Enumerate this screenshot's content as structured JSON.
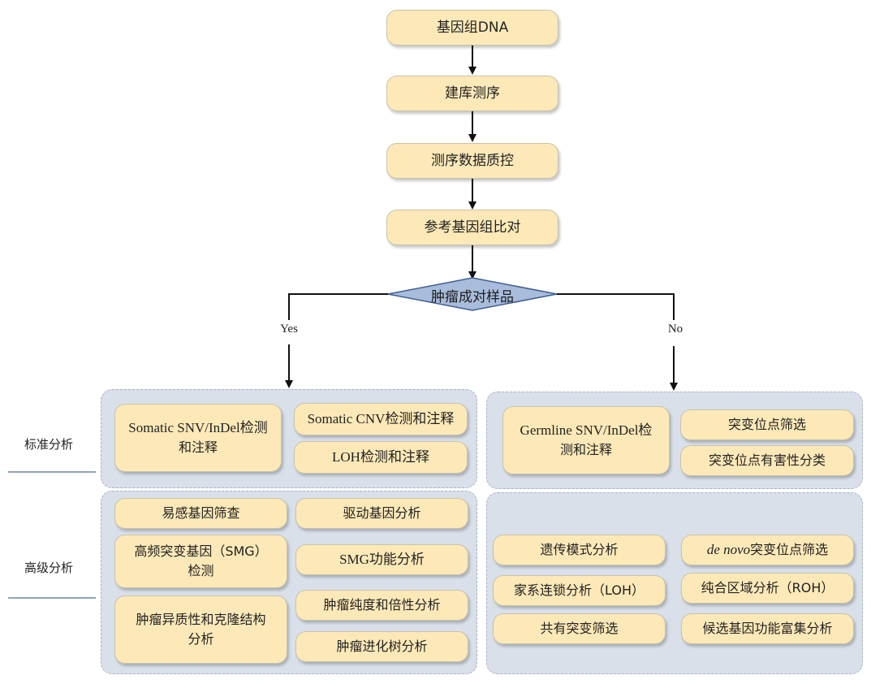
{
  "flow": {
    "step1": "基因组DNA",
    "step2": "建库测序",
    "step3": "测序数据质控",
    "step4": "参考基因组比对",
    "decision": "肿瘤成对样品",
    "yes": "Yes",
    "no": "No"
  },
  "rows": {
    "standard": "标准分析",
    "advanced": "高级分析"
  },
  "somatic_standard": {
    "snv_a": "Somatic SNV/InDel检测",
    "snv_b": "和注释",
    "cnv": "Somatic CNV检测和注释",
    "loh": "LOH检测和注释"
  },
  "germline_standard": {
    "snv_a": "Germline SNV/InDel检",
    "snv_b": "测和注释",
    "filter": "突变位点筛选",
    "harm": "突变位点有害性分类"
  },
  "somatic_advanced": {
    "susceptibility": "易感基因筛查",
    "driver": "驱动基因分析",
    "smg_a": "高频突变基因（SMG）",
    "smg_b": "检测",
    "smg_func": "SMG功能分析",
    "hetero_a": "肿瘤异质性和克隆结构",
    "hetero_b": "分析",
    "purity": "肿瘤纯度和倍性分析",
    "evolution": "肿瘤进化树分析"
  },
  "germline_advanced": {
    "inherit": "遗传模式分析",
    "denovo_italic": "de novo",
    "denovo_rest": "突变位点筛选",
    "linkage": "家系连锁分析（LOH）",
    "roh": "纯合区域分析（ROH）",
    "shared": "共有突变筛选",
    "enrich": "候选基因功能富集分析"
  },
  "colors": {
    "box_fill": "#fde9b8",
    "panel_fill": "#d9e0ea",
    "decision_fill": "#a9bcdc"
  }
}
